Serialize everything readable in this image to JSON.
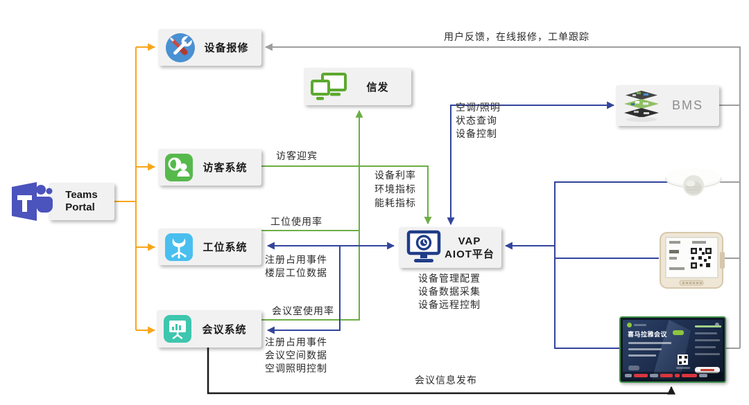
{
  "diagram_title": "Teams Portal smart-building integration diagram",
  "nodes": {
    "teams": {
      "line1": "Teams",
      "line2": "Portal"
    },
    "repair": {
      "label": "设备报修"
    },
    "signage": {
      "label": "信发"
    },
    "visitor": {
      "label": "访客系统"
    },
    "workstation": {
      "label": "工位系统"
    },
    "meeting": {
      "label": "会议系统"
    },
    "vap": {
      "line1": "VAP",
      "line2": "AIOT平台"
    },
    "bms": {
      "label": "BMS"
    },
    "display": {
      "title": "喜马拉雅会议"
    }
  },
  "edge_labels": {
    "feedback": "用户反馈，在线报修，工单跟踪",
    "hvac": [
      "空调/照明",
      "状态查询",
      "设备控制"
    ],
    "visitor_welcome": "访客迎宾",
    "metrics": [
      "设备利率",
      "环境指标",
      "能耗指标"
    ],
    "workstation_usage": "工位使用率",
    "workstation_events": [
      "注册占用事件",
      "楼层工位数据"
    ],
    "meeting_usage": "会议室使用率",
    "meeting_events": [
      "注册占用事件",
      "会议空间数据",
      "空调照明控制"
    ],
    "vap_functions": [
      "设备管理配置",
      "设备数据采集",
      "设备远程控制"
    ],
    "meeting_publish": "会议信息发布"
  },
  "icons": {
    "teams": "microsoft-teams-logo",
    "repair": "wrench-and-screwdriver",
    "signage": "dual-monitors",
    "visitor": "visitor-person-badge",
    "workstation": "office-chair",
    "meeting": "presentation-chart-board",
    "vap": "monitor-with-camera-lens",
    "bms": "building-floor-layers",
    "sensor": "ceiling-occupancy-sensor",
    "eink_tag": "desk-eink-qr-tag",
    "display": "meeting-room-panel"
  },
  "colors": {
    "orange": "#F9A51A",
    "green": "#6CAE45",
    "blue": "#32449B",
    "gray": "#9E9E9E",
    "black": "#1A1A1A",
    "node_bg": "#F1F1F1",
    "teams_logo": "#4B53BC",
    "repair_icon": "#4A90D2",
    "signage_icon": "#5CA92F",
    "visitor_icon": "#56B94C",
    "workstation_icon": "#49BFEF",
    "meeting_icon": "#3EC6AE",
    "vap_icon": "#1F3C88",
    "display_accent": "#8DC63F",
    "display_red": "#D9363E"
  }
}
